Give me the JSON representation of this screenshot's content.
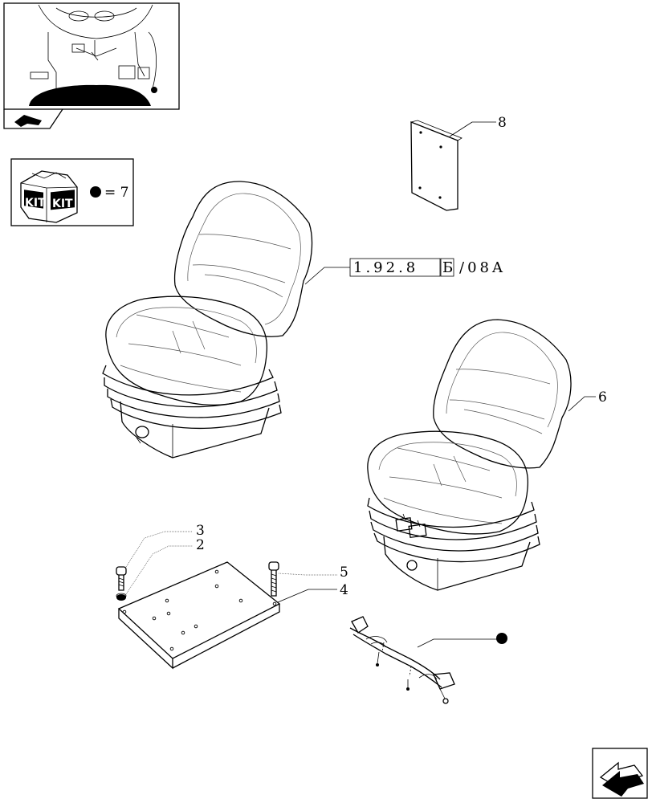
{
  "kit_box": {
    "kit_text_left": "KIT",
    "kit_text_right": "KIT",
    "legend_value": "= 7"
  },
  "reference": {
    "part1": "1.92.8",
    "boxed_char": "Б",
    "part2": "/08A"
  },
  "callouts": {
    "c8": "8",
    "c6": "6",
    "c3": "3",
    "c2": "2",
    "c5": "5",
    "c4": "4"
  }
}
